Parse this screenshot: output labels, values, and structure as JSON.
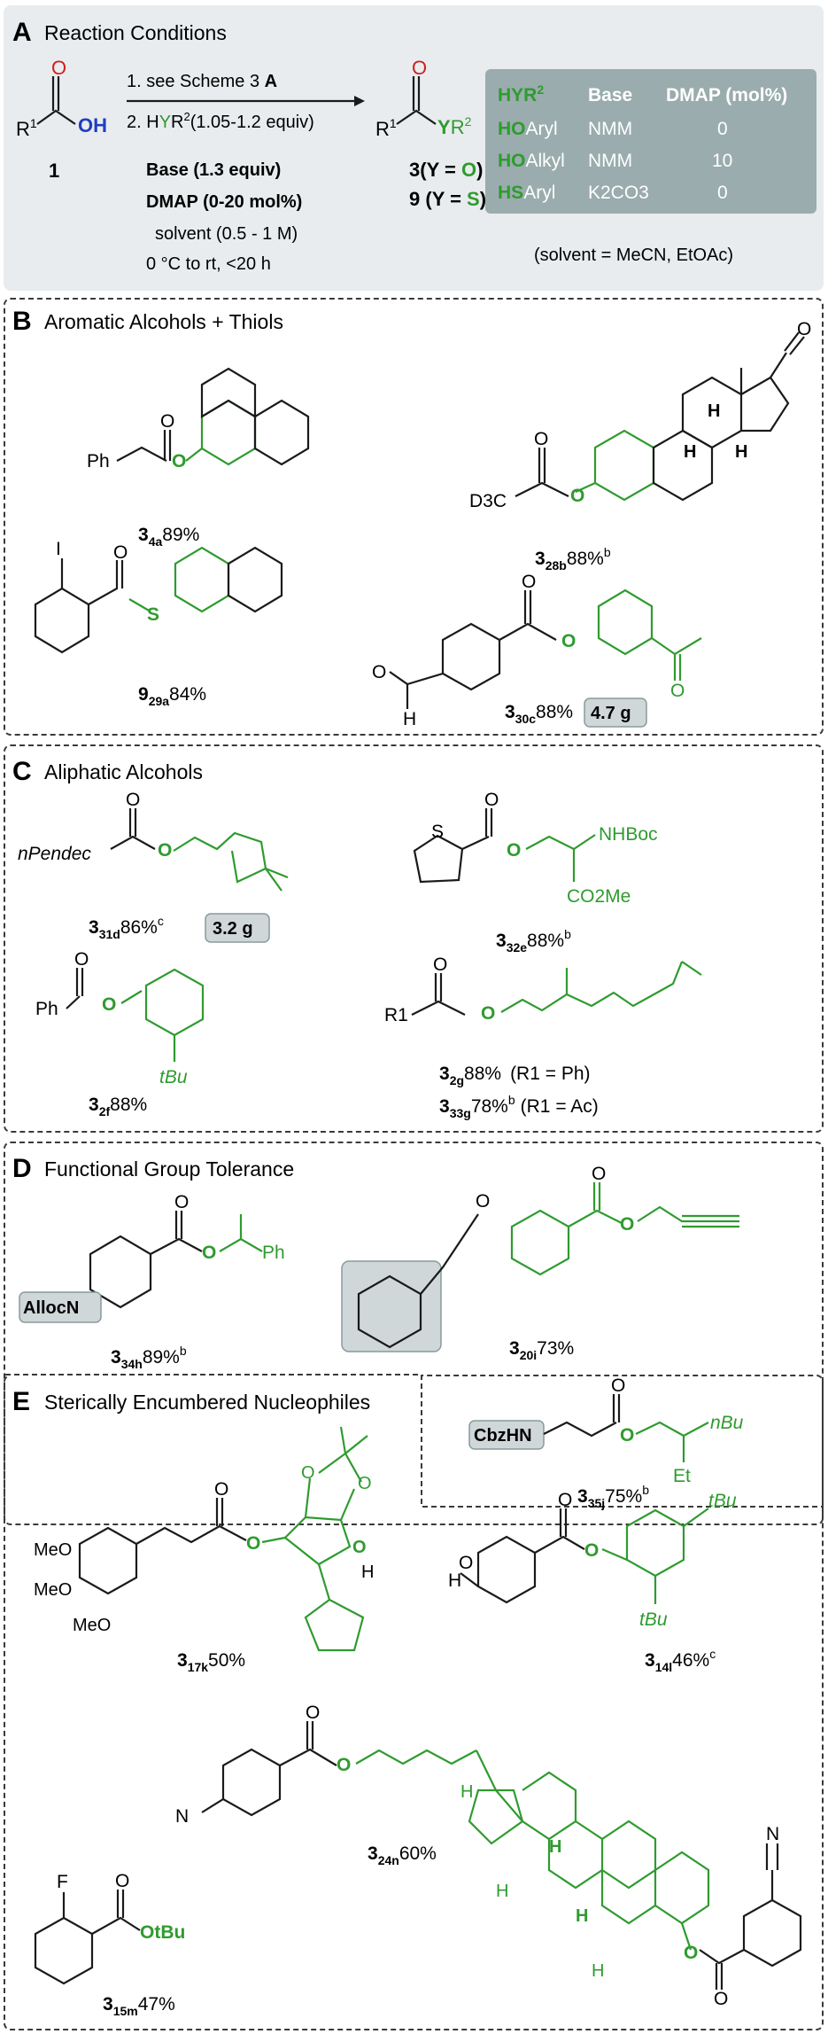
{
  "panels": {
    "A": {
      "letter": "A",
      "title": "Reaction Conditions"
    },
    "B": {
      "letter": "B",
      "title": "Aromatic Alcohols + Thiols"
    },
    "C": {
      "letter": "C",
      "title": "Aliphatic Alcohols"
    },
    "D": {
      "letter": "D",
      "title": "Functional Group Tolerance"
    },
    "E": {
      "letter": "E",
      "title": "Sterically Encumbered Nucleophiles"
    }
  },
  "scheme": {
    "step1_pre": "1. see Scheme 3 ",
    "step1_bold": "A",
    "step2_pre": "2. H",
    "step2_y": "Y",
    "step2_r": "R",
    "step2_sup": "2",
    "step2_post": "(1.05-1.2 equiv)",
    "base": "Base (1.3 equiv)",
    "dmap": "DMAP (0-20 mol%)",
    "solvent": "solvent (0.5 - 1 M)",
    "temp": "0 °C to rt, <20 h",
    "sm_number": "1",
    "sm_r1": "R",
    "sm_r1_sup": "1",
    "sm_oh": "OH",
    "prod_r1": "R",
    "prod_r1_sup": "1",
    "prod_y": "Y",
    "prod_r2": "R",
    "prod_r2_sup": "2",
    "prod3_num": "3",
    "prod3_pre": "(Y = ",
    "prod3_o": "O",
    "prod3_post": ")",
    "prod9_num": "9",
    "prod9_pre": " (Y = ",
    "prod9_s": "S",
    "prod9_post": ")"
  },
  "table": {
    "headers": [
      "HYR",
      "2",
      "Base",
      "DMAP (mol%)"
    ],
    "rows": [
      {
        "hy": "HO",
        "rest": "Aryl",
        "base": "NMM",
        "dmap": "0"
      },
      {
        "hy": "HO",
        "rest": "Alkyl",
        "base": "NMM",
        "dmap": "10"
      },
      {
        "hy": "HS",
        "rest": "Aryl",
        "base": "K2CO3",
        "dmap": "0"
      }
    ],
    "footnote": "(solvent = MeCN, EtOAc)"
  },
  "compounds": [
    {
      "num": "3",
      "sub": "4a",
      "yield": "89%",
      "sup": "",
      "box": ""
    },
    {
      "num": "3",
      "sub": "28b",
      "yield": "88%",
      "sup": "b",
      "box": ""
    },
    {
      "num": "9",
      "sub": "29a",
      "yield": "84%",
      "sup": "",
      "box": ""
    },
    {
      "num": "3",
      "sub": "30c",
      "yield": "88%",
      "sup": "",
      "box": "4.7 g"
    },
    {
      "num": "3",
      "sub": "31d",
      "yield": "86%",
      "sup": "c",
      "box": "3.2 g"
    },
    {
      "num": "3",
      "sub": "32e",
      "yield": "88%",
      "sup": "b",
      "box": ""
    },
    {
      "num": "3",
      "sub": "2f",
      "yield": "88%",
      "sup": "",
      "box": ""
    },
    {
      "num": "3",
      "sub": "2g",
      "yield": "88%",
      "sup": "",
      "box": "",
      "note": "(R1 = Ph)"
    },
    {
      "num": "3",
      "sub": "33g",
      "yield": "78%",
      "sup": "b",
      "box": "",
      "note": "(R1 = Ac)"
    },
    {
      "num": "3",
      "sub": "34h",
      "yield": "89%",
      "sup": "b",
      "box": ""
    },
    {
      "num": "3",
      "sub": "20i",
      "yield": "73%",
      "sup": "",
      "box": ""
    },
    {
      "num": "3",
      "sub": "35j",
      "yield": "75%",
      "sup": "b",
      "box": ""
    },
    {
      "num": "3",
      "sub": "17k",
      "yield": "50%",
      "sup": "",
      "box": ""
    },
    {
      "num": "3",
      "sub": "14l",
      "yield": "46%",
      "sup": "c",
      "box": ""
    },
    {
      "num": "3",
      "sub": "24n",
      "yield": "60%",
      "sup": "",
      "box": ""
    },
    {
      "num": "3",
      "sub": "15m",
      "yield": "47%",
      "sup": "",
      "box": ""
    }
  ],
  "atoms": {
    "Ph": "Ph",
    "O": "O",
    "S": "S",
    "I": "I",
    "H": "H",
    "F": "F",
    "N": "N",
    "D3C": "D3C",
    "nPendec": "nPendec",
    "NHBoc": "NHBoc",
    "CO2Me": "CO2Me",
    "tBu": "tBu",
    "R1": "R1",
    "AllocN": "AllocN",
    "CbzHN": "CbzHN",
    "nBu": "nBu",
    "Et": "Et",
    "MeO": "MeO",
    "OtBu": "OtBu"
  },
  "colors": {
    "green": "#2f9b2f",
    "blue": "#1f3fbf",
    "panel": "#e8ecee",
    "table": "#9aacad",
    "boxfill": "#cfd7d9",
    "line": "#1a1a1a"
  }
}
